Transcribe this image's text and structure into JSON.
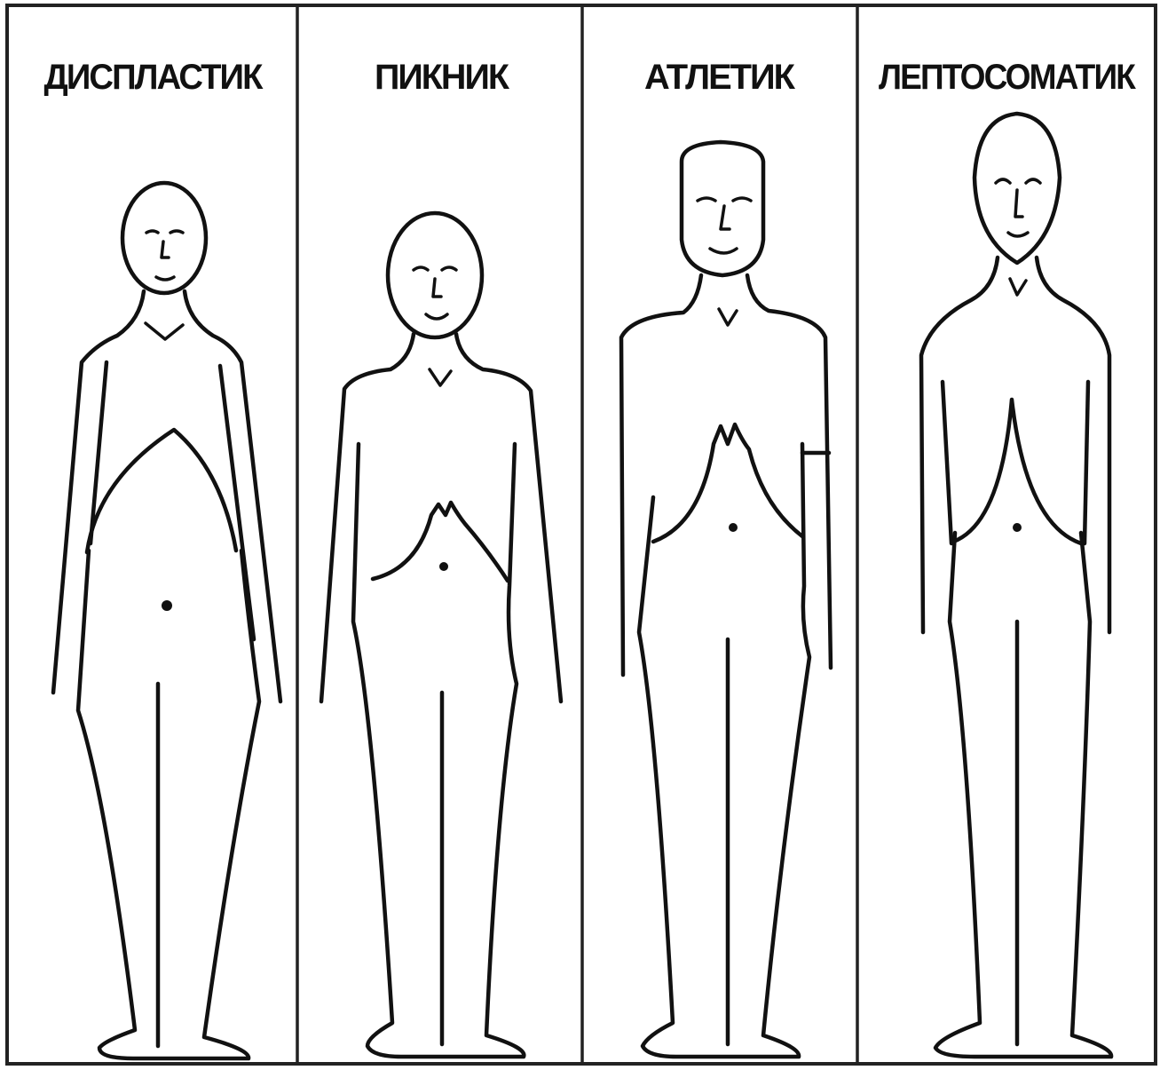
{
  "panels": [
    {
      "title": "ДИСПЛАСТИК"
    },
    {
      "title": "ПИКНИК"
    },
    {
      "title": "АТЛЕТИК"
    },
    {
      "title": "ЛЕПТОСОМАТИК"
    }
  ],
  "colors": {
    "ink": "#111111",
    "background": "#ffffff"
  }
}
